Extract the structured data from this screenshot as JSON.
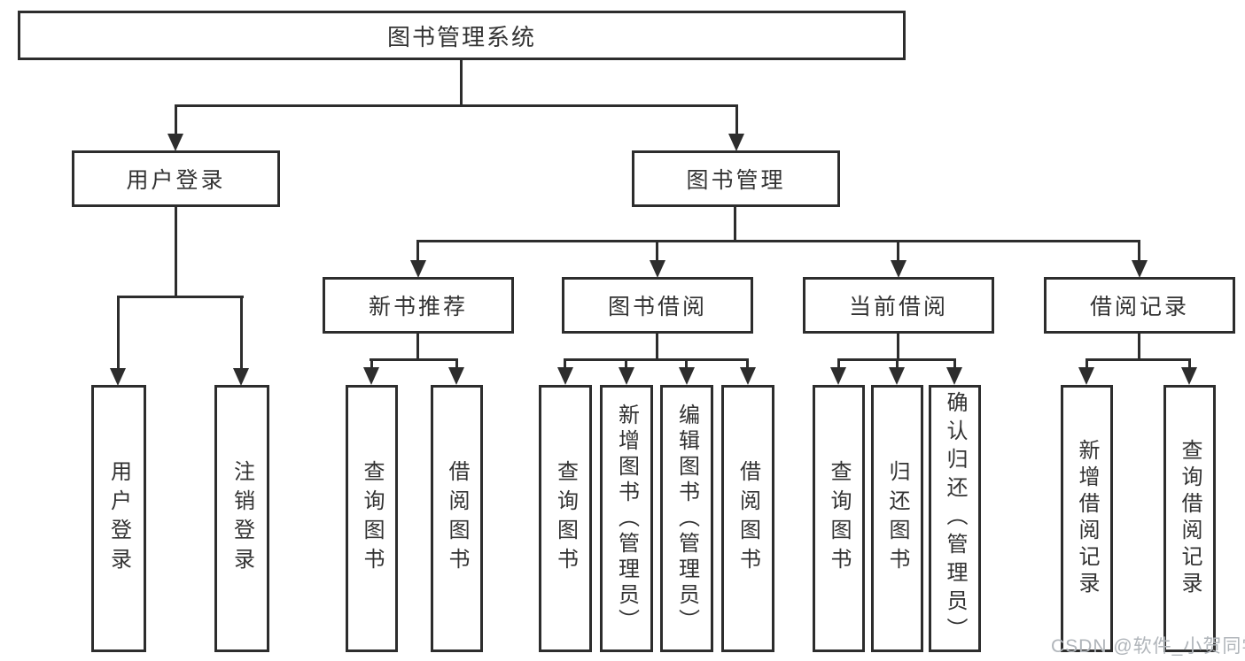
{
  "diagram": {
    "root": {
      "label": "图书管理系统"
    },
    "level2": [
      {
        "label": "用户登录"
      },
      {
        "label": "图书管理"
      }
    ],
    "level3": [
      {
        "label": "新书推荐",
        "parent": "图书管理"
      },
      {
        "label": "图书借阅",
        "parent": "图书管理"
      },
      {
        "label": "当前借阅",
        "parent": "图书管理"
      },
      {
        "label": "借阅记录",
        "parent": "图书管理"
      }
    ],
    "leaves": [
      {
        "label": "用户登录",
        "parent": "用户登录"
      },
      {
        "label": "注销登录",
        "parent": "用户登录"
      },
      {
        "label": "查询图书",
        "parent": "新书推荐"
      },
      {
        "label": "借阅图书",
        "parent": "新书推荐"
      },
      {
        "label": "查询图书",
        "parent": "图书借阅"
      },
      {
        "label": "新增图书（管理员）",
        "parent": "图书借阅"
      },
      {
        "label": "编辑图书（管理员）",
        "parent": "图书借阅"
      },
      {
        "label": "借阅图书",
        "parent": "图书借阅"
      },
      {
        "label": "查询图书",
        "parent": "当前借阅"
      },
      {
        "label": "归还图书",
        "parent": "当前借阅"
      },
      {
        "label": "确认归还（管理员）",
        "parent": "当前借阅"
      },
      {
        "label": "新增借阅记录",
        "parent": "借阅记录"
      },
      {
        "label": "查询借阅记录",
        "parent": "借阅记录"
      }
    ],
    "watermark": "CSDN @软件_小贺同学",
    "colors": {
      "line": "#2d2d2d",
      "text": "#333333",
      "background": "#ffffff",
      "watermark": "#b0b5ba"
    }
  }
}
